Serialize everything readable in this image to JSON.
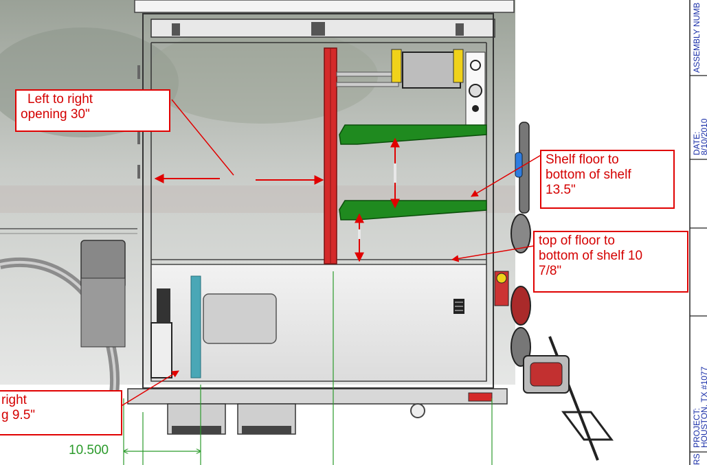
{
  "callouts": {
    "left_to_right": {
      "line1": "Left to right",
      "line2": "opening 30\""
    },
    "shelf_floor": {
      "line1": "Shelf floor to",
      "line2": "bottom of shelf",
      "line3": "13.5\""
    },
    "top_of_floor": {
      "line1": "top of floor to",
      "line2": "bottom of shelf 10",
      "line3": "7/8\""
    },
    "lower_left": {
      "line1": "right",
      "line2": "g 9.5\""
    }
  },
  "dimension": {
    "value": "10.500"
  },
  "title_block": {
    "assembly": "ASSEMBLY NUMB",
    "date_label": "DATE:",
    "date_value": "8/10/2010",
    "project_label": "PROJECT:",
    "project_value": "HOUSTON, TX #1077",
    "rs": "RS"
  },
  "colors": {
    "callout_border": "#e00000",
    "callout_text": "#d40000",
    "arrow": "#e00000",
    "shelf": "#1f8a1f",
    "divider": "#d42a2a",
    "dimension": "#2a9a2a",
    "title_block_text": "#1a2fa8"
  }
}
